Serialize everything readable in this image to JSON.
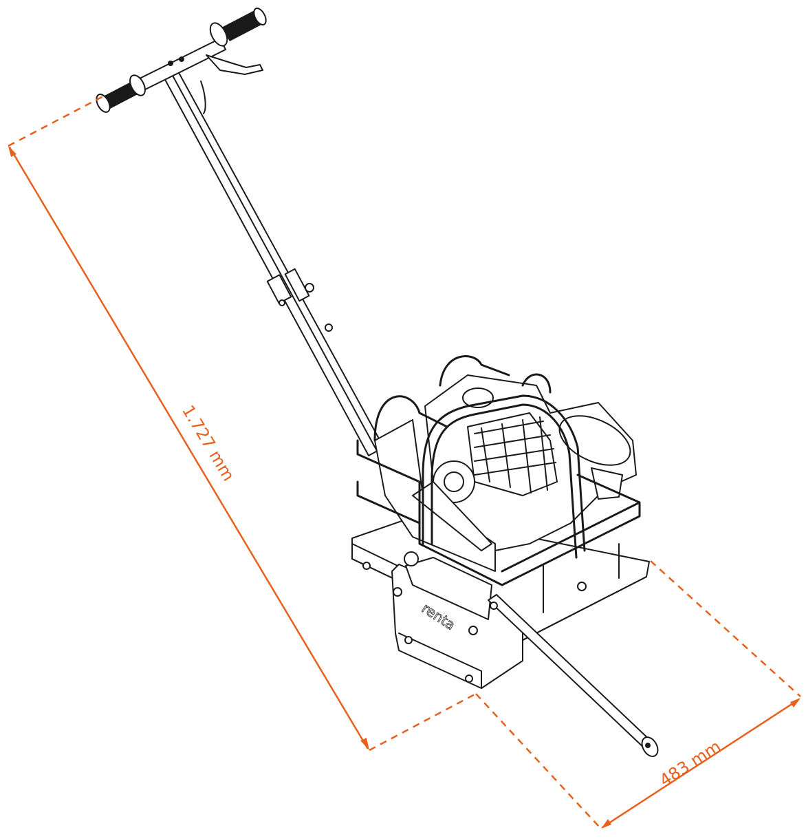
{
  "dimensions": {
    "height_label": "1.727 mm",
    "width_label": "483 mm"
  },
  "product": {
    "brand_logo": "renta"
  },
  "colors": {
    "dimension": "#e8601c",
    "line": "#1a1a1a"
  }
}
